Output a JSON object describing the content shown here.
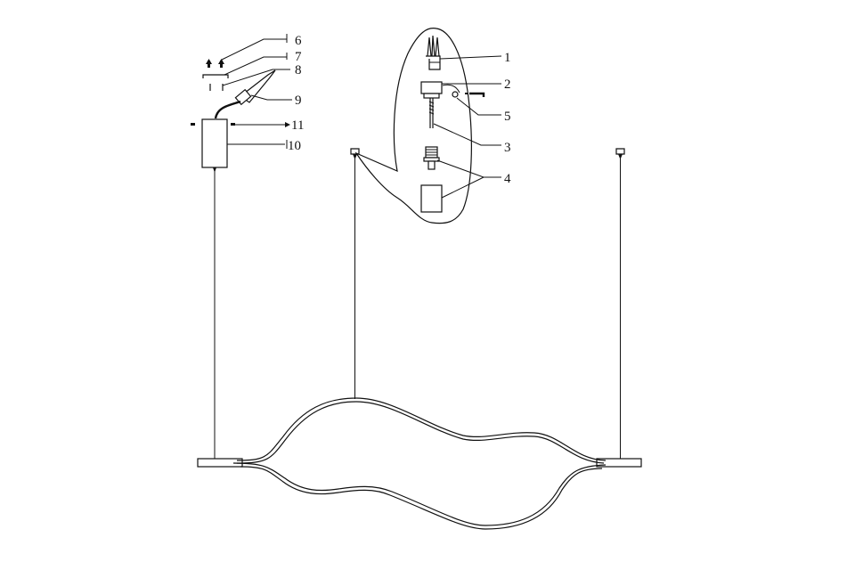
{
  "diagram": {
    "type": "pendant-lamp-installation-diagram",
    "callouts_main": [
      {
        "id": "1",
        "label": "1",
        "part": "wall-plug"
      },
      {
        "id": "2",
        "label": "2",
        "part": "ceiling-canopy"
      },
      {
        "id": "3",
        "label": "3",
        "part": "screw"
      },
      {
        "id": "4",
        "label": "4",
        "part": "cable-gripper"
      },
      {
        "id": "5",
        "label": "5",
        "part": "hex-key"
      }
    ],
    "callouts_driver": [
      {
        "id": "6",
        "label": "6",
        "part": "screws"
      },
      {
        "id": "7",
        "label": "7",
        "part": "mounting-bracket"
      },
      {
        "id": "8",
        "label": "8",
        "part": "wall-plugs"
      },
      {
        "id": "9",
        "label": "9",
        "part": "cable-connector"
      },
      {
        "id": "10",
        "label": "10",
        "part": "driver-box"
      },
      {
        "id": "11",
        "label": "11",
        "part": "fixing-screw"
      }
    ],
    "colors": {
      "line": "#111111",
      "background": "#ffffff"
    }
  }
}
